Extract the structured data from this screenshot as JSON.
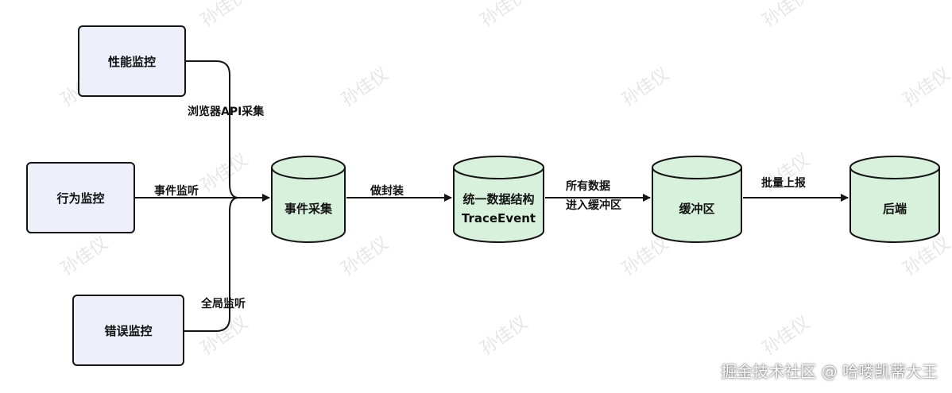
{
  "watermark": "孙佳仪",
  "sources": {
    "performance": "性能监控",
    "behavior": "行为监控",
    "error": "错误监控"
  },
  "edges": {
    "browser_api": "浏览器API采集",
    "event_listen": "事件监听",
    "global_listen": "全局监听",
    "wrap": "做封装",
    "to_buffer_line1": "所有数据",
    "to_buffer_line2": "进入缓冲区",
    "batch_report": "批量上报"
  },
  "nodes": {
    "event_collect": "事件采集",
    "unified_line1": "统一数据结构",
    "unified_line2": "TraceEvent",
    "buffer": "缓冲区",
    "backend": "后端"
  },
  "colors": {
    "source_fill": "#eeeffa",
    "store_fill": "#d8f1dc",
    "stroke": "#151515"
  },
  "credit": "掘金技术社区 @ 哈喽凯蒂大王"
}
